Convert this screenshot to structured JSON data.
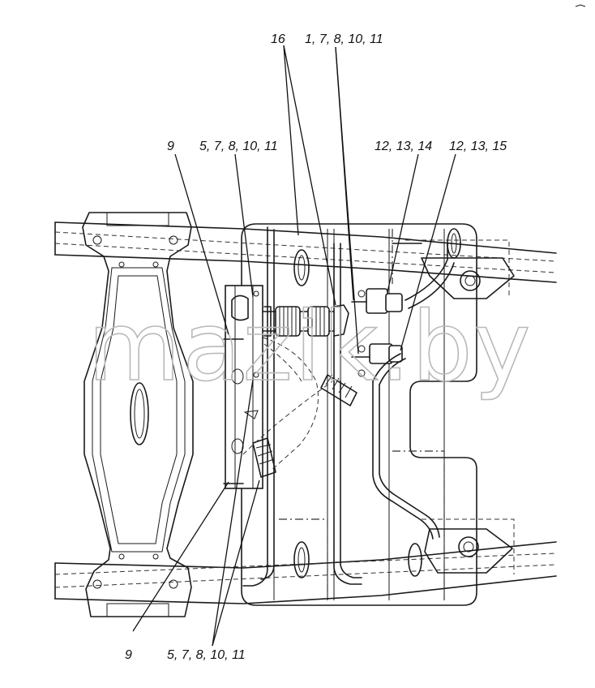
{
  "watermark": "mazik.by",
  "callouts": {
    "c16": "16",
    "c1781011": "1, 7, 8, 10, 11",
    "c9_top": "9",
    "c5781011_top": "5, 7, 8, 10, 11",
    "c121314": "12, 13, 14",
    "c121315": "12, 13, 15",
    "c9_bottom": "9",
    "c5781011_bottom": "5, 7, 8, 10, 11"
  }
}
